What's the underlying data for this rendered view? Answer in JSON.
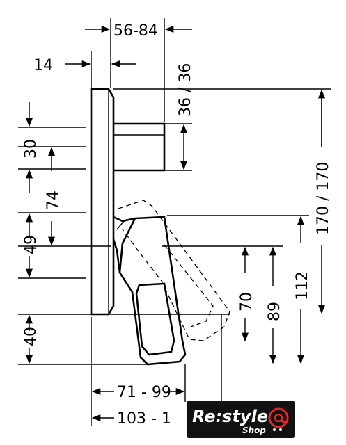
{
  "dimensions": {
    "top_range": "56-84",
    "top_left": "14",
    "top_right_vertical": "36 / 36",
    "right_tall": "170 / 170",
    "left_30": "30",
    "left_74": "74",
    "left_49": "49",
    "left_40": "40",
    "right_70": "70",
    "right_89": "89",
    "right_112": "112",
    "bottom_range_1": "71 - 99",
    "bottom_range_2": "103 - 1"
  },
  "badge": {
    "brand": "Re:style",
    "sub": "Shop",
    "bg_color": "#111111",
    "text_color": "#ffffff",
    "accent_color": "#e0262b"
  }
}
